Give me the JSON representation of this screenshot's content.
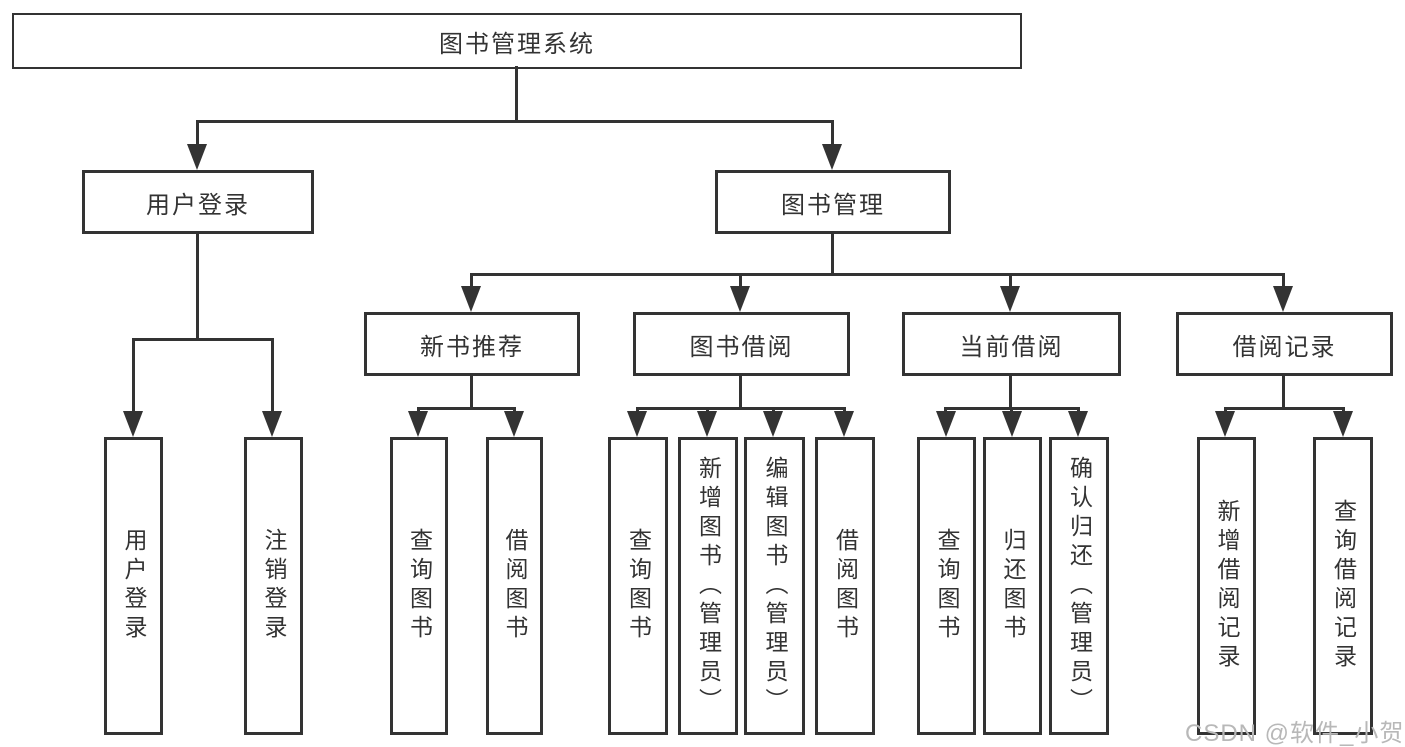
{
  "nodes": {
    "root": "图书管理系统",
    "login": "用户登录",
    "management": "图书管理",
    "recommend": "新书推荐",
    "borrow": "图书借阅",
    "current": "当前借阅",
    "records": "借阅记录",
    "leaves": {
      "login": [
        "用户登录",
        "注销登录"
      ],
      "recommend": [
        "查询图书",
        "借阅图书"
      ],
      "borrow": [
        "查询图书",
        "新增图书（管理员）",
        "编辑图书（管理员）",
        "借阅图书"
      ],
      "current": [
        "查询图书",
        "归还图书",
        "确认归还（管理员）"
      ],
      "records": [
        "新增借阅记录",
        "查询借阅记录"
      ]
    }
  },
  "watermark": "CSDN @软件_小贺同学",
  "colors": {
    "line": "#333333",
    "text": "#333333",
    "background": "#ffffff",
    "watermark": "#b8b8b8"
  }
}
